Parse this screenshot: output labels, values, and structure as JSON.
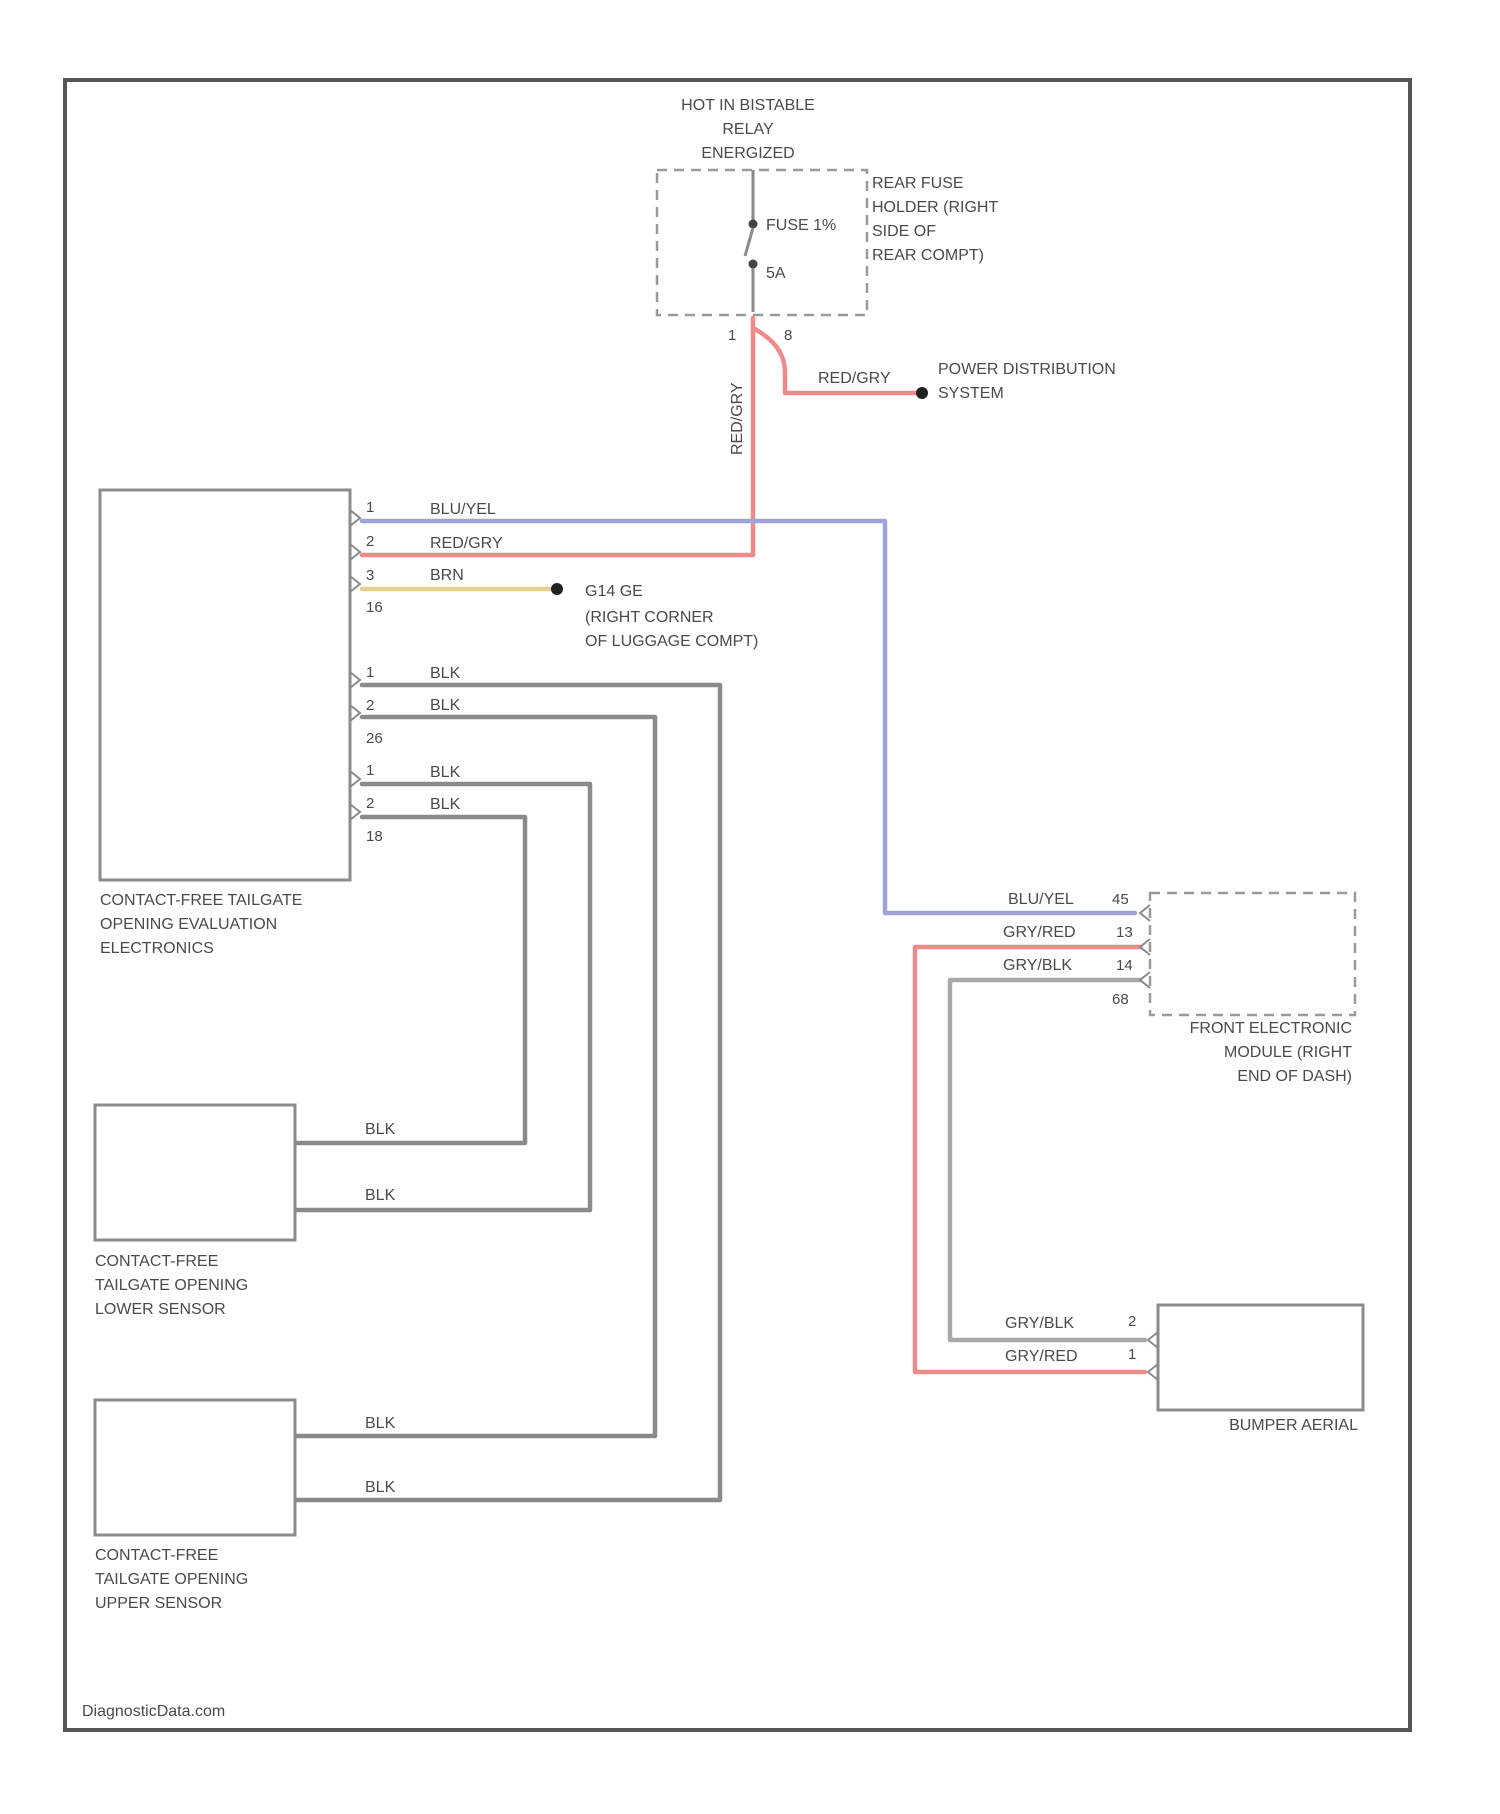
{
  "relay_hot_label": [
    "HOT IN BISTABLE",
    "RELAY",
    "ENERGIZED"
  ],
  "fuse_holder": {
    "label": [
      "REAR FUSE",
      "HOLDER (RIGHT",
      "SIDE OF",
      "REAR COMPT)"
    ],
    "fuse_name": "FUSE 1%",
    "fuse_amps": "5A",
    "pin_left": "1",
    "pin_right": "8"
  },
  "power_feed": {
    "vertical_wire_label": "RED/GRY",
    "wire_label": "RED/GRY",
    "dest_label": [
      "POWER DISTRIBUTION",
      "SYSTEM"
    ]
  },
  "evaluation_module": {
    "label": [
      "CONTACT-FREE TAILGATE",
      "OPENING EVALUATION",
      "ELECTRONICS"
    ],
    "pins": [
      "1",
      "2",
      "3",
      "16",
      "1",
      "2",
      "26",
      "1",
      "2",
      "18"
    ],
    "wire_labels": [
      "BLU/YEL",
      "RED/GRY",
      "BRN",
      "BLK",
      "BLK",
      "BLK",
      "BLK"
    ]
  },
  "ground": {
    "label": "G14 GE",
    "location": [
      "(RIGHT CORNER",
      "OF LUGGAGE COMPT)"
    ]
  },
  "front_electronic_module": {
    "label": [
      "FRONT ELECTRONIC",
      "MODULE (RIGHT",
      "END OF DASH)"
    ],
    "wire_labels": [
      "BLU/YEL",
      "GRY/RED",
      "GRY/BLK"
    ],
    "pins": [
      "45",
      "13",
      "14",
      "68"
    ]
  },
  "lower_sensor": {
    "label": [
      "CONTACT-FREE",
      "TAILGATE OPENING",
      "LOWER SENSOR"
    ],
    "wire_labels": [
      "BLK",
      "BLK"
    ]
  },
  "upper_sensor": {
    "label": [
      "CONTACT-FREE",
      "TAILGATE OPENING",
      "UPPER SENSOR"
    ],
    "wire_labels": [
      "BLK",
      "BLK"
    ]
  },
  "bumper_aerial": {
    "label": "BUMPER AERIAL",
    "wire_labels": [
      "GRY/BLK",
      "GRY/RED"
    ],
    "pins": [
      "2",
      "1"
    ]
  },
  "watermark": "DiagnosticData.com",
  "wire_colors": {
    "red_gry": "#ef8a8a",
    "blu_yel": "#9ea4d8",
    "brn": "#e6cf8e",
    "blk": "#8a8a8a",
    "gry": "#a8aaa8"
  }
}
